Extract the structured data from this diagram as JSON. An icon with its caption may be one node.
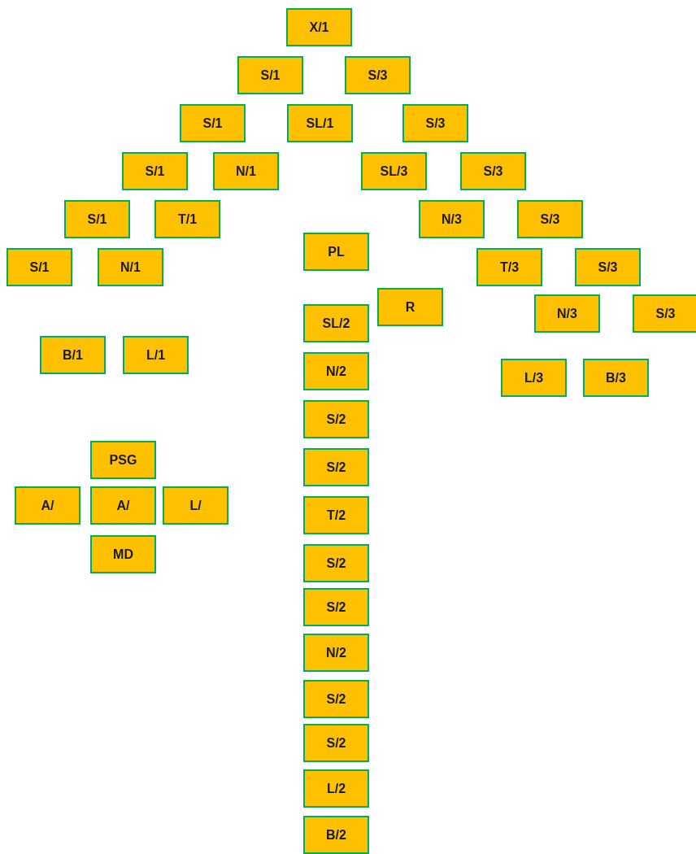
{
  "diagram": {
    "nodes": [
      {
        "text": [
          "X/1"
        ]
      },
      {
        "text": [
          "S/1"
        ]
      },
      {
        "text": [
          "S/3"
        ]
      },
      {
        "text": [
          "S/1"
        ]
      },
      {
        "text": [
          "SL/1"
        ]
      },
      {
        "text": [
          "S/3"
        ]
      },
      {
        "text": [
          "S/1"
        ]
      },
      {
        "text": [
          "N/1"
        ]
      },
      {
        "text": [
          "SL/3"
        ]
      },
      {
        "text": [
          "S/3"
        ]
      },
      {
        "text": [
          "S/1"
        ]
      },
      {
        "text": [
          "T/1"
        ]
      },
      {
        "text": [
          "N/3"
        ]
      },
      {
        "text": [
          "S/3"
        ]
      },
      {
        "text": [
          "PL"
        ]
      },
      {
        "text": [
          "S/1"
        ]
      },
      {
        "text": [
          "N/1"
        ]
      },
      {
        "text": [
          "T/3"
        ]
      },
      {
        "text": [
          "S/3"
        ]
      },
      {
        "text": [
          "R"
        ]
      },
      {
        "text": [
          "N/3"
        ]
      },
      {
        "text": [
          "S/3"
        ]
      },
      {
        "text": [
          "SL/2"
        ]
      },
      {
        "text": [
          "B/1"
        ]
      },
      {
        "text": [
          "L/1"
        ]
      },
      {
        "text": [
          "N/2"
        ]
      },
      {
        "text": [
          "L/3"
        ]
      },
      {
        "text": [
          "B/3"
        ]
      },
      {
        "text": [
          "S/2"
        ]
      },
      {
        "text": [
          "PSG"
        ]
      },
      {
        "text": [
          "S/2"
        ]
      },
      {
        "text": [
          "A/"
        ]
      },
      {
        "text": [
          "A/"
        ]
      },
      {
        "text": [
          "L/"
        ]
      },
      {
        "text": [
          "T/2"
        ]
      },
      {
        "text": [
          "MD"
        ]
      },
      {
        "text": [
          "S/2"
        ]
      },
      {
        "text": [
          "S/2"
        ]
      },
      {
        "text": [
          "N/2"
        ]
      },
      {
        "text": [
          "S/2"
        ]
      },
      {
        "text": [
          "S/2"
        ]
      },
      {
        "text": [
          "L/2"
        ]
      },
      {
        "text": [
          "B/2"
        ]
      }
    ]
  }
}
